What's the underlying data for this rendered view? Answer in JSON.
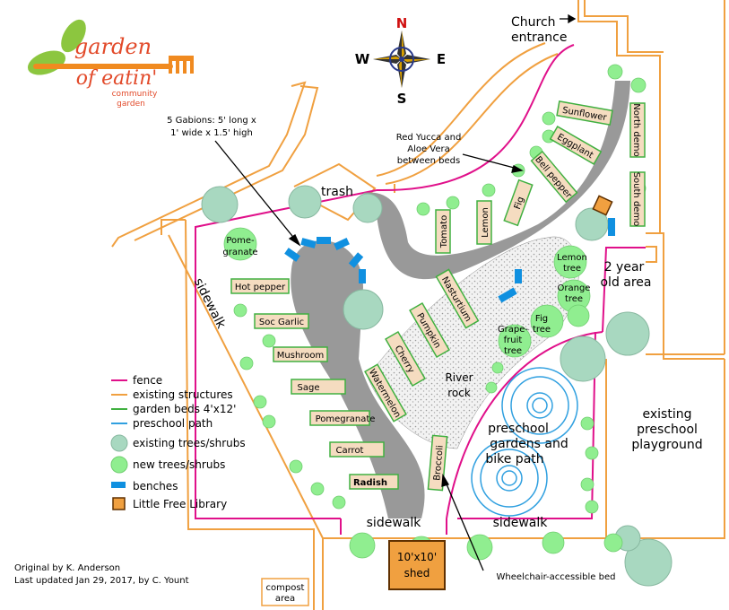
{
  "logo": {
    "line1": "garden",
    "line2": "of eatin'",
    "line3": "community",
    "line4": "garden"
  },
  "compass": {
    "n": "N",
    "s": "S",
    "e": "E",
    "w": "W"
  },
  "labels": {
    "church_line1": "Church",
    "church_line2": "entrance",
    "gabions_line1": "5 Gabions: 5' long x",
    "gabions_line2": "1' wide x 1.5' high",
    "yucca_line1": "Red Yucca and",
    "yucca_line2": "Aloe Vera",
    "yucca_line3": "between beds",
    "trash": "trash",
    "sidewalk_left": "sidewalk",
    "sidewalk_bottom_left": "sidewalk",
    "sidewalk_bottom_right": "sidewalk",
    "two_year_line1": "2 year",
    "two_year_line2": "old area",
    "river_line1": "River",
    "river_line2": "rock",
    "preschool_gardens_line1": "preschool",
    "preschool_gardens_line2": "gardens and",
    "preschool_gardens_line3": "bike path",
    "playground_line1": "existing",
    "playground_line2": "preschool",
    "playground_line3": "playground",
    "shed_line1": "10'x10'",
    "shed_line2": "shed",
    "compost_line1": "compost",
    "compost_line2": "area",
    "wheelchair": "Wheelchair-accessible bed",
    "credit_line1": "Original by K. Anderson",
    "credit_line2": "Last updated Jan 29, 2017, by C. Yount"
  },
  "trees": {
    "pomegranate_line1": "Pome-",
    "pomegranate_line2": "granate",
    "lemon_line1": "Lemon",
    "lemon_line2": "tree",
    "orange_line1": "Orange",
    "orange_line2": "tree",
    "fig_line1": "Fig",
    "fig_line2": "tree",
    "grapefruit_line1": "Grape-",
    "grapefruit_line2": "fruit",
    "grapefruit_line3": "tree"
  },
  "beds_left": [
    "Hot pepper",
    "Soc Garlic",
    "Mushroom",
    "Sage",
    "Pomegranate",
    "Carrot",
    "Radish"
  ],
  "beds_diag": [
    "Nasturtium",
    "Pumpkin",
    "Cherry",
    "Watermelon"
  ],
  "beds_arc": [
    "Tomato",
    "Lemon",
    "Fig",
    "Bell pepper",
    "Eggplant",
    "Sunflower"
  ],
  "beds_demo": [
    "North demo",
    "South demo"
  ],
  "bed_broccoli": "Broccoli",
  "legend": [
    {
      "label": "fence",
      "color": "#e0108a"
    },
    {
      "label": "existing structures",
      "color": "#f0a040"
    },
    {
      "label": "garden beds 4'x12'",
      "color": "#40b040"
    },
    {
      "label": "preschool path",
      "color": "#30a0e0"
    },
    {
      "label": "existing trees/shrubs",
      "color": "#a8d8c0"
    },
    {
      "label": "new trees/shrubs",
      "color": "#90ee90"
    },
    {
      "label": "benches",
      "color": "#1090e0"
    },
    {
      "label": "Little Free Library",
      "color": "#f0a040"
    }
  ]
}
